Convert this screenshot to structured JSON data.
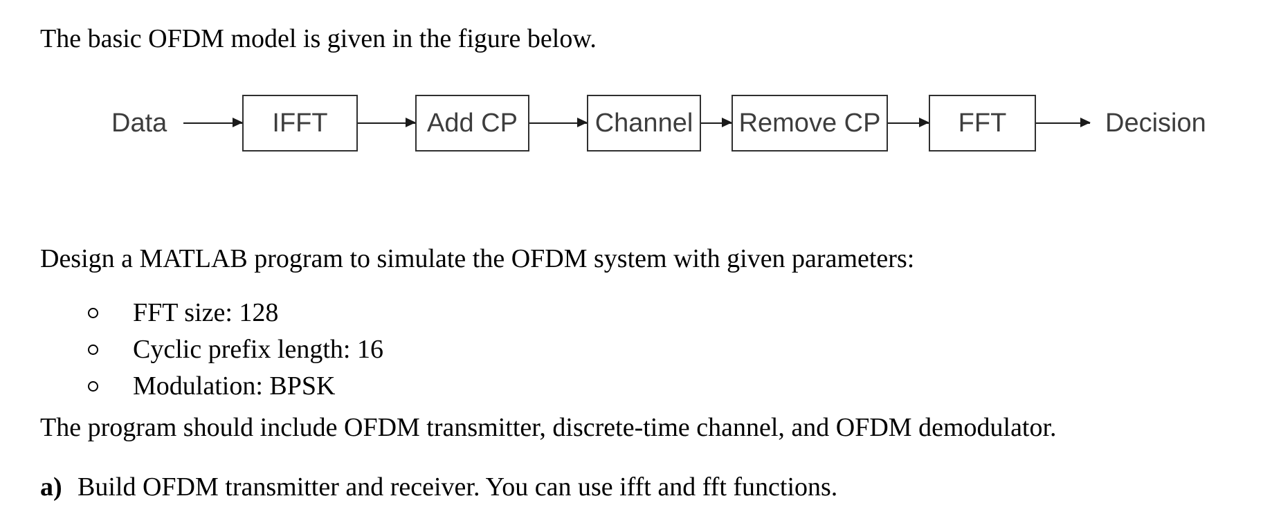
{
  "document": {
    "intro": "The basic OFDM model is given in the figure below.",
    "design_line": "Design a MATLAB program to simulate the OFDM system with given parameters:",
    "parameters": [
      "FFT size: 128",
      "Cyclic prefix length: 16",
      "Modulation: BPSK"
    ],
    "note": "The program should include OFDM transmitter, discrete-time channel, and OFDM demodulator.",
    "items": [
      {
        "label": "a)",
        "text": "Build OFDM transmitter and receiver. You can use ifft and fft functions."
      }
    ]
  },
  "diagram": {
    "source_label": "Data",
    "blocks": [
      "IFFT",
      "Add CP",
      "Channel",
      "Remove CP",
      "FFT"
    ],
    "sink_label": "Decision",
    "colors": {
      "border": "#2f2f2f",
      "label": "#3d3d3d",
      "arrow": "#1a1a1a",
      "background": "#ffffff"
    }
  }
}
